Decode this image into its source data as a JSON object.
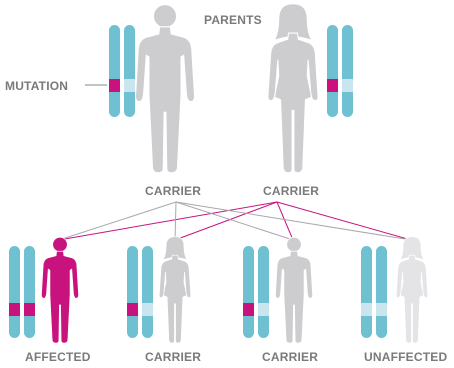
{
  "labels": {
    "parents": "PARENTS",
    "mutation": "MUTATION",
    "father_status": "CARRIER",
    "mother_status": "CARRIER"
  },
  "children": [
    {
      "status": "AFFECTED",
      "sex": "male",
      "figure": "affected",
      "chromosome_bands": [
        "mutation",
        "mutation"
      ]
    },
    {
      "status": "CARRIER",
      "sex": "female",
      "figure": "gray",
      "chromosome_bands": [
        "mutation",
        "normal"
      ]
    },
    {
      "status": "CARRIER",
      "sex": "male",
      "figure": "gray",
      "chromosome_bands": [
        "mutation",
        "normal"
      ]
    },
    {
      "status": "UNAFFECTED",
      "sex": "female",
      "figure": "light",
      "chromosome_bands": [
        "normal",
        "normal"
      ]
    }
  ],
  "colors": {
    "chromosome": "#6fc0d1",
    "normal_band": "#c9e6ee",
    "mutation": "#c8137e",
    "figure": "#cdcdcf",
    "figure_stroke": "#ffffff",
    "figure_light": "#e4e4e6",
    "affected": "#c8137e",
    "line_mother": "#c8137e",
    "line_father": "#a9a9ad",
    "label": "#7a7a7a"
  }
}
